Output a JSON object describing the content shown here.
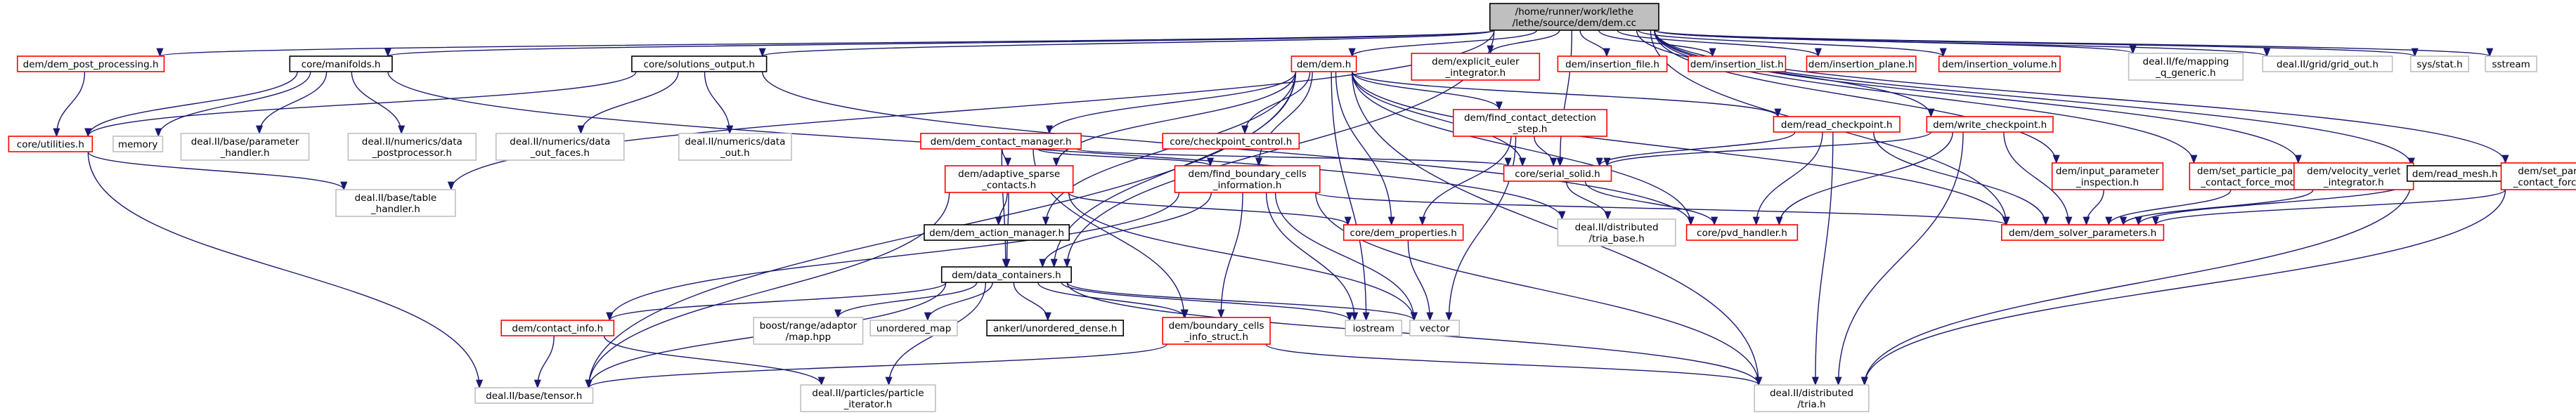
{
  "colors": {
    "edge": "#191970",
    "border_red": "#ff0000",
    "border_black": "#000000",
    "border_gray": "#bfbfbf",
    "focus_fill": "#bfbfbf",
    "fill": "#ffffff"
  },
  "nodes": [
    {
      "id": "root",
      "lines": [
        "/home/runner/work/lethe",
        "/lethe/source/dem/dem.cc"
      ],
      "style": "focus"
    },
    {
      "id": "post",
      "lines": [
        "dem/dem_post_processing.h"
      ],
      "style": "red"
    },
    {
      "id": "manifolds",
      "lines": [
        "core/manifolds.h"
      ],
      "style": "black"
    },
    {
      "id": "solout",
      "lines": [
        "core/solutions_output.h"
      ],
      "style": "black"
    },
    {
      "id": "demh",
      "lines": [
        "dem/dem.h"
      ],
      "style": "red"
    },
    {
      "id": "euler",
      "lines": [
        "dem/explicit_euler",
        "_integrator.h"
      ],
      "style": "red"
    },
    {
      "id": "insfile",
      "lines": [
        "dem/insertion_file.h"
      ],
      "style": "red"
    },
    {
      "id": "inslist",
      "lines": [
        "dem/insertion_list.h"
      ],
      "style": "red"
    },
    {
      "id": "insplane",
      "lines": [
        "dem/insertion_plane.h"
      ],
      "style": "red"
    },
    {
      "id": "insvol",
      "lines": [
        "dem/insertion_volume.h"
      ],
      "style": "red"
    },
    {
      "id": "femap",
      "lines": [
        "deal.II/fe/mapping",
        "_q_generic.h"
      ],
      "style": "gray"
    },
    {
      "id": "gridout",
      "lines": [
        "deal.II/grid/grid_out.h"
      ],
      "style": "gray"
    },
    {
      "id": "sysstat",
      "lines": [
        "sys/stat.h"
      ],
      "style": "gray"
    },
    {
      "id": "sstream",
      "lines": [
        "sstream"
      ],
      "style": "gray"
    },
    {
      "id": "utilities",
      "lines": [
        "core/utilities.h"
      ],
      "style": "red"
    },
    {
      "id": "memory",
      "lines": [
        "memory"
      ],
      "style": "gray"
    },
    {
      "id": "paramhandler",
      "lines": [
        "deal.II/base/parameter",
        "_handler.h"
      ],
      "style": "gray"
    },
    {
      "id": "datapost",
      "lines": [
        "deal.II/numerics/data",
        "_postprocessor.h"
      ],
      "style": "gray"
    },
    {
      "id": "dataoutfaces",
      "lines": [
        "deal.II/numerics/data",
        "_out_faces.h"
      ],
      "style": "gray"
    },
    {
      "id": "dataout",
      "lines": [
        "deal.II/numerics/data",
        "_out.h"
      ],
      "style": "gray"
    },
    {
      "id": "contactmgr",
      "lines": [
        "dem/dem_contact_manager.h"
      ],
      "style": "red"
    },
    {
      "id": "checkctl",
      "lines": [
        "core/checkpoint_control.h"
      ],
      "style": "red"
    },
    {
      "id": "findstep",
      "lines": [
        "dem/find_contact_detection",
        "_step.h"
      ],
      "style": "red"
    },
    {
      "id": "readcp",
      "lines": [
        "dem/read_checkpoint.h"
      ],
      "style": "red"
    },
    {
      "id": "writecp",
      "lines": [
        "dem/write_checkpoint.h"
      ],
      "style": "red"
    },
    {
      "id": "inputparam",
      "lines": [
        "dem/input_parameter",
        "_inspection.h"
      ],
      "style": "red"
    },
    {
      "id": "setppforce",
      "lines": [
        "dem/set_particle_particle",
        "_contact_force_model.h"
      ],
      "style": "red"
    },
    {
      "id": "verlet",
      "lines": [
        "dem/velocity_verlet",
        "_integrator.h"
      ],
      "style": "red"
    },
    {
      "id": "readmesh",
      "lines": [
        "dem/read_mesh.h"
      ],
      "style": "black"
    },
    {
      "id": "setpwforce",
      "lines": [
        "dem/set_particle_wall",
        "_contact_force_model.h"
      ],
      "style": "red"
    },
    {
      "id": "tablehandler",
      "lines": [
        "deal.II/base/table",
        "_handler.h"
      ],
      "style": "gray"
    },
    {
      "id": "adaptive",
      "lines": [
        "dem/adaptive_sparse",
        "_contacts.h"
      ],
      "style": "red"
    },
    {
      "id": "findboundary",
      "lines": [
        "dem/find_boundary_cells",
        "_information.h"
      ],
      "style": "red"
    },
    {
      "id": "serialsolid",
      "lines": [
        "core/serial_solid.h"
      ],
      "style": "red"
    },
    {
      "id": "actionmgr",
      "lines": [
        "dem/dem_action_manager.h"
      ],
      "style": "black"
    },
    {
      "id": "demprops",
      "lines": [
        "core/dem_properties.h"
      ],
      "style": "red"
    },
    {
      "id": "triabase",
      "lines": [
        "deal.II/distributed",
        "/tria_base.h"
      ],
      "style": "gray"
    },
    {
      "id": "pvd",
      "lines": [
        "core/pvd_handler.h"
      ],
      "style": "red"
    },
    {
      "id": "solverparams",
      "lines": [
        "dem/dem_solver_parameters.h"
      ],
      "style": "red"
    },
    {
      "id": "datacont",
      "lines": [
        "dem/data_containers.h"
      ],
      "style": "black"
    },
    {
      "id": "contactinfo",
      "lines": [
        "dem/contact_info.h"
      ],
      "style": "red"
    },
    {
      "id": "boostrange",
      "lines": [
        "boost/range/adaptor",
        "/map.hpp"
      ],
      "style": "gray"
    },
    {
      "id": "unordmap",
      "lines": [
        "unordered_map"
      ],
      "style": "gray"
    },
    {
      "id": "ankerl",
      "lines": [
        "ankerl/unordered_dense.h"
      ],
      "style": "black"
    },
    {
      "id": "bcinfo",
      "lines": [
        "dem/boundary_cells",
        "_info_struct.h"
      ],
      "style": "red"
    },
    {
      "id": "iostream",
      "lines": [
        "iostream"
      ],
      "style": "gray"
    },
    {
      "id": "vector",
      "lines": [
        "vector"
      ],
      "style": "gray"
    },
    {
      "id": "tensor",
      "lines": [
        "deal.II/base/tensor.h"
      ],
      "style": "gray"
    },
    {
      "id": "particleiter",
      "lines": [
        "deal.II/particles/particle",
        "_iterator.h"
      ],
      "style": "gray"
    },
    {
      "id": "tria",
      "lines": [
        "deal.II/distributed",
        "/tria.h"
      ],
      "style": "gray"
    }
  ],
  "edges": [
    [
      "root",
      "post"
    ],
    [
      "root",
      "manifolds"
    ],
    [
      "root",
      "solout"
    ],
    [
      "root",
      "demh"
    ],
    [
      "root",
      "euler"
    ],
    [
      "root",
      "insfile"
    ],
    [
      "root",
      "inslist"
    ],
    [
      "root",
      "insplane"
    ],
    [
      "root",
      "insvol"
    ],
    [
      "root",
      "femap"
    ],
    [
      "root",
      "gridout"
    ],
    [
      "root",
      "sysstat"
    ],
    [
      "root",
      "sstream"
    ],
    [
      "root",
      "writecp"
    ],
    [
      "root",
      "inputparam"
    ],
    [
      "root",
      "setppforce"
    ],
    [
      "root",
      "verlet"
    ],
    [
      "root",
      "readmesh"
    ],
    [
      "root",
      "setpwforce"
    ],
    [
      "root",
      "tablehandler"
    ],
    [
      "root",
      "datacont"
    ],
    [
      "root",
      "serialsolid"
    ],
    [
      "root",
      "solverparams"
    ],
    [
      "post",
      "utilities"
    ],
    [
      "manifolds",
      "utilities"
    ],
    [
      "manifolds",
      "memory"
    ],
    [
      "manifolds",
      "paramhandler"
    ],
    [
      "manifolds",
      "datapost"
    ],
    [
      "manifolds",
      "triabase"
    ],
    [
      "solout",
      "utilities"
    ],
    [
      "solout",
      "dataoutfaces"
    ],
    [
      "solout",
      "dataout"
    ],
    [
      "solout",
      "pvd"
    ],
    [
      "utilities",
      "tablehandler"
    ],
    [
      "utilities",
      "tensor"
    ],
    [
      "demh",
      "contactmgr"
    ],
    [
      "demh",
      "checkctl"
    ],
    [
      "demh",
      "findstep"
    ],
    [
      "demh",
      "readcp"
    ],
    [
      "demh",
      "adaptive"
    ],
    [
      "demh",
      "findboundary"
    ],
    [
      "demh",
      "serialsolid"
    ],
    [
      "demh",
      "actionmgr"
    ],
    [
      "demh",
      "demprops"
    ],
    [
      "demh",
      "pvd"
    ],
    [
      "demh",
      "datacont"
    ],
    [
      "demh",
      "solverparams"
    ],
    [
      "demh",
      "iostream"
    ],
    [
      "demh",
      "tensor"
    ],
    [
      "demh",
      "tria"
    ],
    [
      "contactmgr",
      "adaptive"
    ],
    [
      "contactmgr",
      "findboundary"
    ],
    [
      "contactmgr",
      "serialsolid"
    ],
    [
      "contactmgr",
      "datacont"
    ],
    [
      "contactmgr",
      "bcinfo"
    ],
    [
      "findstep",
      "serialsolid"
    ],
    [
      "findstep",
      "demprops"
    ],
    [
      "findstep",
      "vector"
    ],
    [
      "readcp",
      "serialsolid"
    ],
    [
      "readcp",
      "pvd"
    ],
    [
      "readcp",
      "solverparams"
    ],
    [
      "readcp",
      "tria"
    ],
    [
      "writecp",
      "serialsolid"
    ],
    [
      "writecp",
      "pvd"
    ],
    [
      "writecp",
      "solverparams"
    ],
    [
      "writecp",
      "tria"
    ],
    [
      "inputparam",
      "solverparams"
    ],
    [
      "setppforce",
      "solverparams"
    ],
    [
      "verlet",
      "solverparams"
    ],
    [
      "readmesh",
      "solverparams"
    ],
    [
      "readmesh",
      "tria"
    ],
    [
      "setpwforce",
      "solverparams"
    ],
    [
      "setpwforce",
      "tria"
    ],
    [
      "adaptive",
      "actionmgr"
    ],
    [
      "adaptive",
      "demprops"
    ],
    [
      "adaptive",
      "datacont"
    ],
    [
      "adaptive",
      "tensor"
    ],
    [
      "adaptive",
      "vector"
    ],
    [
      "findboundary",
      "datacont"
    ],
    [
      "findboundary",
      "bcinfo"
    ],
    [
      "findboundary",
      "contactinfo"
    ],
    [
      "findboundary",
      "iostream"
    ],
    [
      "findboundary",
      "vector"
    ],
    [
      "findboundary",
      "solverparams"
    ],
    [
      "findboundary",
      "tria"
    ],
    [
      "serialsolid",
      "triabase"
    ],
    [
      "serialsolid",
      "pvd"
    ],
    [
      "demprops",
      "vector"
    ],
    [
      "datacont",
      "contactinfo"
    ],
    [
      "datacont",
      "boostrange"
    ],
    [
      "datacont",
      "unordmap"
    ],
    [
      "datacont",
      "ankerl"
    ],
    [
      "datacont",
      "bcinfo"
    ],
    [
      "datacont",
      "iostream"
    ],
    [
      "datacont",
      "vector"
    ],
    [
      "datacont",
      "tensor"
    ],
    [
      "datacont",
      "particleiter"
    ],
    [
      "datacont",
      "tria"
    ],
    [
      "contactinfo",
      "tensor"
    ],
    [
      "contactinfo",
      "particleiter"
    ],
    [
      "bcinfo",
      "tensor"
    ],
    [
      "bcinfo",
      "tria"
    ]
  ]
}
